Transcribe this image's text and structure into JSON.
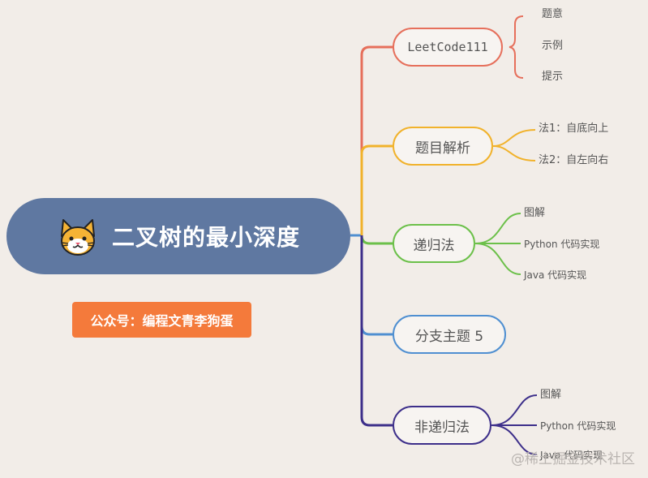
{
  "root": {
    "title": "二叉树的最小深度",
    "icon": "cat-face-icon"
  },
  "badge": {
    "text": "公众号：编程文青李狗蛋"
  },
  "branches": [
    {
      "label": "LeetCode111",
      "color": "#e66f5b",
      "children": [
        "题意",
        "示例",
        "提示"
      ]
    },
    {
      "label": "题目解析",
      "color": "#f1b22b",
      "children": [
        "法1：自底向上",
        "法2：自左向右"
      ]
    },
    {
      "label": "递归法",
      "color": "#6cc04a",
      "children": [
        "图解",
        "Python 代码实现",
        "Java 代码实现"
      ]
    },
    {
      "label": "分支主题 5",
      "color": "#4f8fd1",
      "children": []
    },
    {
      "label": "非递归法",
      "color": "#3d2f8a",
      "children": [
        "图解",
        "Python 代码实现",
        "Java 代码实现"
      ]
    }
  ],
  "trunk_color": "#4f8fd1",
  "watermark": {
    "text": "@稀土掘金技术社区"
  }
}
